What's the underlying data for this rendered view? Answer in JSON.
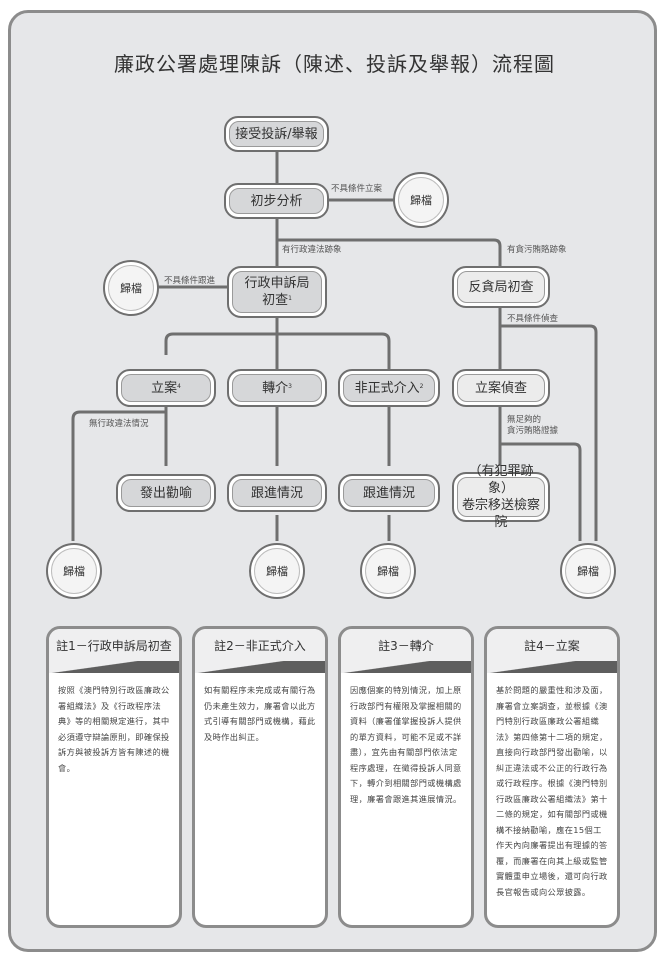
{
  "title": "廉政公署處理陳訴（陳述、投訴及舉報）流程圖",
  "colors": {
    "line": "#6f6f6f",
    "box_fill": "#d6d7d9",
    "background": "#e6e7e9",
    "band": "#5e5e5e"
  },
  "nodes": {
    "receive": "接受投訴/舉報",
    "preliminary": "初步分析",
    "admin_bureau": "行政申訴局",
    "admin_bureau_line2": "初查",
    "admin_bureau_sup": "1",
    "anti_corruption": "反貪局初查",
    "file_case": "立案",
    "file_case_sup": "4",
    "referral": "轉介",
    "referral_sup": "3",
    "informal": "非正式介入",
    "informal_sup": "2",
    "investigation": "立案偵查",
    "advice": "發出勸喻",
    "follow_up_1": "跟進情況",
    "follow_up_2": "跟進情況",
    "prosecute_line1": "（有犯罪跡象）",
    "prosecute_line2": "卷宗移送檢察院",
    "archive": "歸檔"
  },
  "edge_labels": {
    "no_conditions_file": "不具條件立案",
    "admin_violation": "有行政違法跡象",
    "corruption": "有貪污賄賂跡象",
    "no_conditions_follow": "不具條件跟進",
    "no_conditions_investigate": "不具條件偵查",
    "no_admin_violation": "無行政違法情況",
    "insufficient_line1": "無足夠的",
    "insufficient_line2": "貪污賄賂證據"
  },
  "notes": [
    {
      "title": "註1－行政申訴局初查",
      "body": "按照《澳門特別行政區廉政公署組織法》及《行政程序法典》等的相關規定進行，其中必須遵守辯論原則，即確保投訴方與被投訴方皆有陳述的機會。"
    },
    {
      "title": "註2－非正式介入",
      "body": "如有關程序未完成或有關行為仍未產生效力，廉署會以此方式引導有關部門或機構，藉此及時作出糾正。"
    },
    {
      "title": "註3－轉介",
      "body": "因應個案的特別情況，加上原行政部門有權限及掌握相關的資料（廉署僅掌握投訴人提供的單方資料，可能不足或不詳盡），宜先由有關部門依法定程序處理，在徵得投訴人同意下，轉介到相關部門或機構處理，廉署會跟進其進展情況。"
    },
    {
      "title": "註4－立案",
      "body": "基於問題的嚴重性和涉及面，廉署會立案調查，並根據《澳門特別行政區廉政公署組織法》第四條第十二項的規定，直接向行政部門發出勸喻，以糾正違法或不公正的行政行為或行政程序。根據《澳門特別行政區廉政公署組織法》第十二條的規定，如有關部門或機構不接納勸喻，應在15個工作天內向廉署提出有理據的答覆，而廉署在向其上級或監管實體重申立場後，還可向行政長官報告或向公眾披露。"
    }
  ]
}
